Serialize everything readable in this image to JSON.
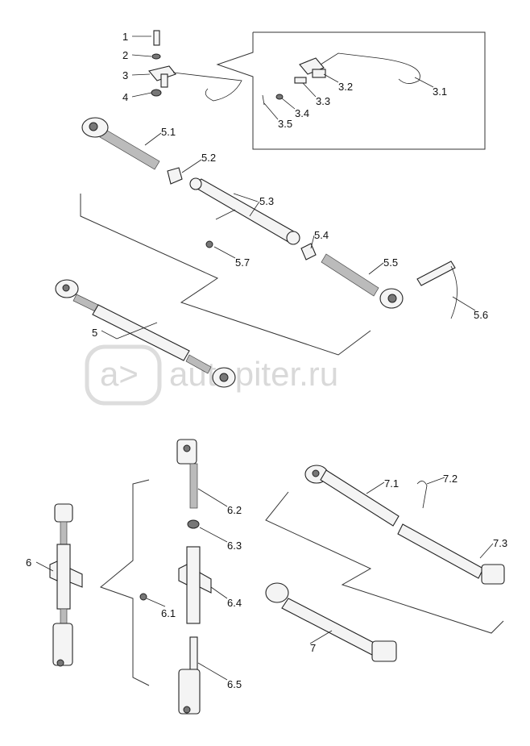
{
  "watermark": "autopiter.ru",
  "labels": {
    "l1": "1",
    "l2": "2",
    "l3": "3",
    "l4": "4",
    "l3_1": "3.1",
    "l3_2": "3.2",
    "l3_3": "3.3",
    "l3_4": "3.4",
    "l3_5": "3.5",
    "l5": "5",
    "l5_1": "5.1",
    "l5_2": "5.2",
    "l5_3": "5.3",
    "l5_4": "5.4",
    "l5_5": "5.5",
    "l5_6": "5.6",
    "l5_7": "5.7",
    "l6": "6",
    "l6_1": "6.1",
    "l6_2": "6.2",
    "l6_3": "6.3",
    "l6_4": "6.4",
    "l6_5": "6.5",
    "l7": "7",
    "l7_1": "7.1",
    "l7_2": "7.2",
    "l7_3": "7.3"
  }
}
